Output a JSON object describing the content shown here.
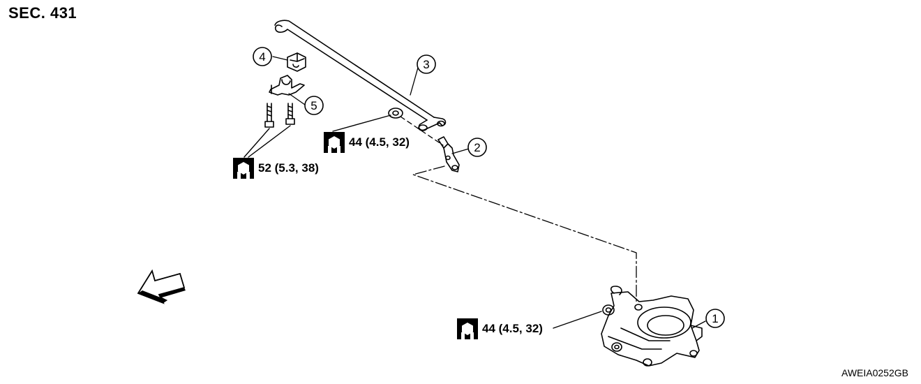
{
  "section": "SEC. 431",
  "reference_code": "AWEIA0252GB",
  "callouts": [
    {
      "number": "1",
      "part": "lower-link"
    },
    {
      "number": "2",
      "part": "stabilizer-connecting-rod"
    },
    {
      "number": "3",
      "part": "stabilizer-bar"
    },
    {
      "number": "4",
      "part": "stabilizer-bushing"
    },
    {
      "number": "5",
      "part": "stabilizer-clamp"
    }
  ],
  "torques": [
    {
      "value": "52 (5.3, 38)"
    },
    {
      "value": "44 (4.5, 32)"
    },
    {
      "value": "44 (4.5, 32)"
    }
  ],
  "icons": [
    "torque-wrench-icon",
    "front-direction-arrow-icon"
  ]
}
